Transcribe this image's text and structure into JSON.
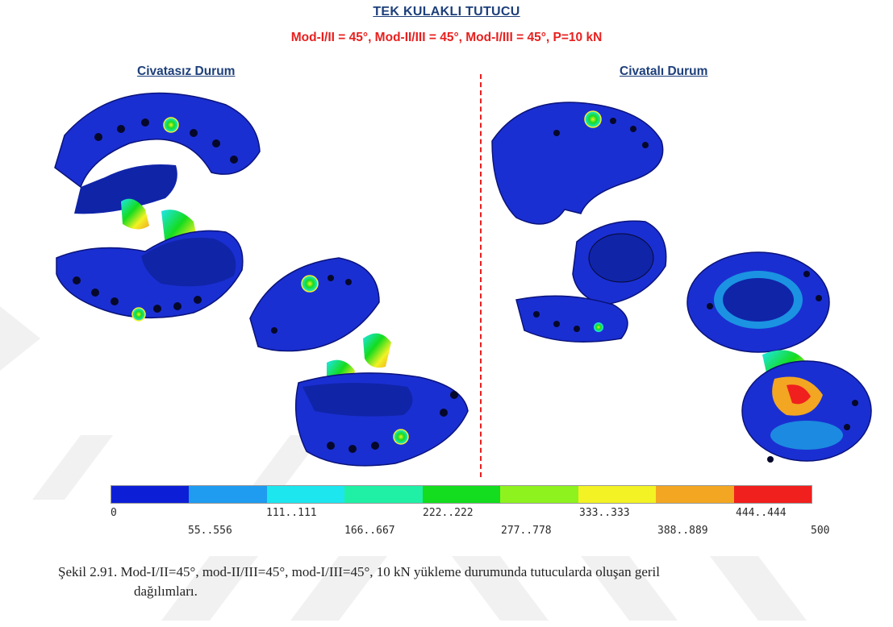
{
  "figure": {
    "title": "TEK KULAKLI  TUTUCU",
    "subtitle": "Mod-I/II = 45°, Mod-II/III = 45°, Mod-I/III = 45°, P=10 kN",
    "left_heading": "Civatasız  Durum",
    "right_heading": "Civatalı Durum"
  },
  "legend": {
    "colors": [
      "#0d1fd6",
      "#1f9bf0",
      "#1ee6ee",
      "#1ff0a6",
      "#14dc1e",
      "#8ef21e",
      "#f2f224",
      "#f2a622",
      "#f0201e"
    ],
    "upper_labels": [
      "0",
      "111..111",
      "222..222",
      "333..333",
      "444..444"
    ],
    "lower_labels": [
      "55..556",
      "166..667",
      "277..778",
      "388..889",
      "500"
    ]
  },
  "caption": {
    "line1": "Şekil 2.91. Mod-I/II=45°, mod-II/III=45°, mod-I/III=45°, 10 kN yükleme durumunda tutucularda oluşan geril",
    "line2": "dağılımları."
  }
}
